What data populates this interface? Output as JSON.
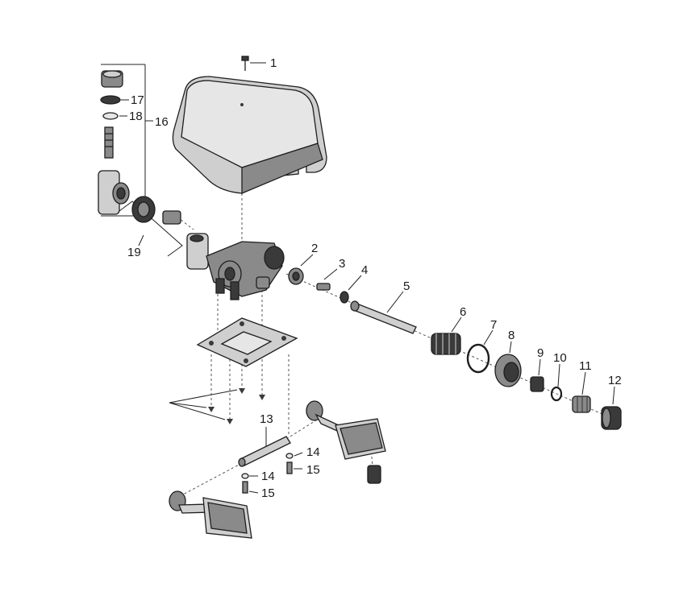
{
  "diagram": {
    "labels": {
      "l1": "1",
      "l2": "2",
      "l3": "3",
      "l4": "4",
      "l5": "5",
      "l6": "6",
      "l7": "7",
      "l8": "8",
      "l9": "9",
      "l10": "10",
      "l11": "11",
      "l12": "12",
      "l13": "13",
      "l14a": "14",
      "l14b": "14",
      "l15a": "15",
      "l15b": "15",
      "l16": "16",
      "l17": "17",
      "l18": "18",
      "l19": "19"
    }
  }
}
